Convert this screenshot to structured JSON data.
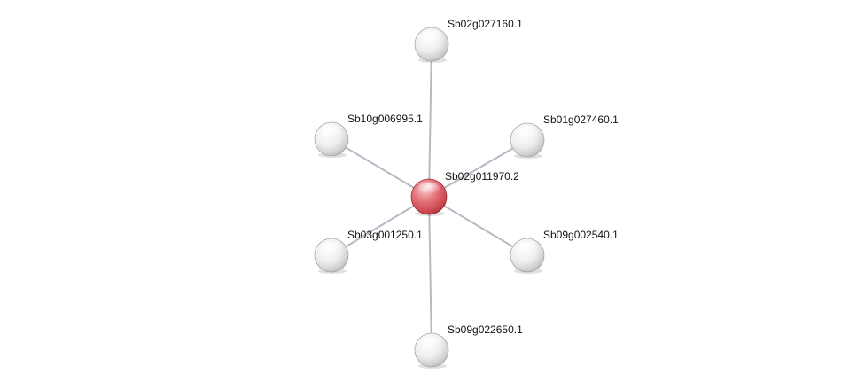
{
  "network": {
    "center": {
      "id": "Sb02g011970.2",
      "color": "#d9545c"
    },
    "neighbors": [
      {
        "id": "Sb02g027160.1"
      },
      {
        "id": "Sb10g006995.1"
      },
      {
        "id": "Sb01g027460.1"
      },
      {
        "id": "Sb03g001250.1"
      },
      {
        "id": "Sb09g002540.1"
      },
      {
        "id": "Sb09g022650.1"
      }
    ],
    "edges": [
      {
        "source": "Sb02g011970.2",
        "target": "Sb02g027160.1"
      },
      {
        "source": "Sb02g011970.2",
        "target": "Sb10g006995.1"
      },
      {
        "source": "Sb02g011970.2",
        "target": "Sb01g027460.1"
      },
      {
        "source": "Sb02g011970.2",
        "target": "Sb03g001250.1"
      },
      {
        "source": "Sb02g011970.2",
        "target": "Sb09g002540.1"
      },
      {
        "source": "Sb02g011970.2",
        "target": "Sb09g022650.1"
      }
    ],
    "colors": {
      "neighbor_node": "#e6e6e6",
      "edge": "#b9b7c4"
    }
  }
}
